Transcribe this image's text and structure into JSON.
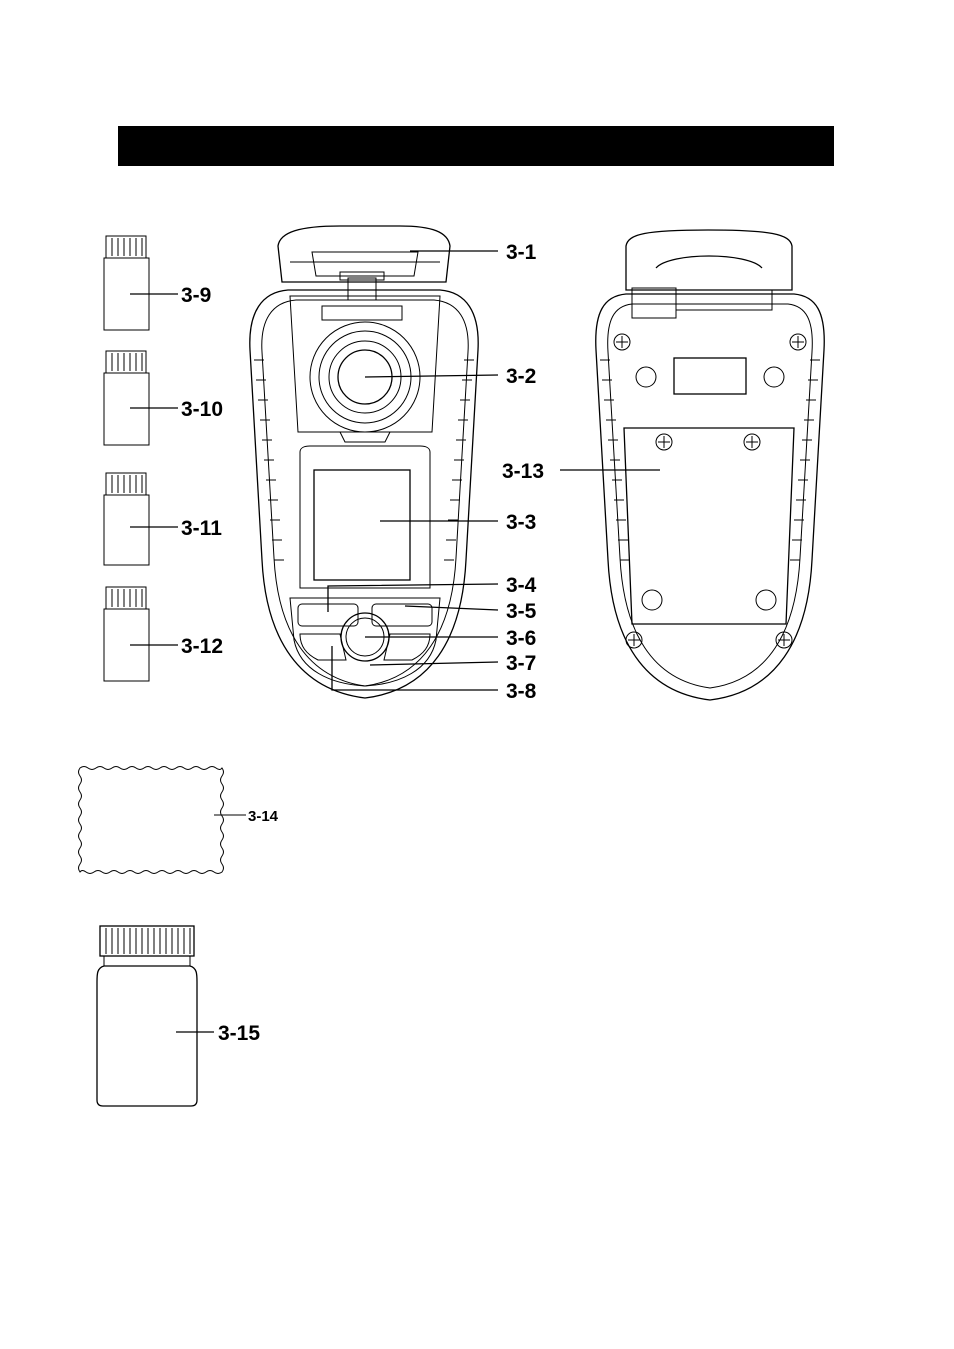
{
  "header_bar_color": "#000000",
  "callouts": {
    "c1": "3-1",
    "c2": "3-2",
    "c3": "3-3",
    "c4": "3-4",
    "c5": "3-5",
    "c6": "3-6",
    "c7": "3-7",
    "c8": "3-8",
    "c9": "3-9",
    "c10": "3-10",
    "c11": "3-11",
    "c12": "3-12",
    "c13": "3-13",
    "c14": "3-14",
    "c15": "3-15"
  },
  "icons": {
    "vial": "vial-icon",
    "meter_front": "meter-front-icon",
    "meter_back": "meter-back-icon",
    "cloth": "cleaning-cloth-icon",
    "bottle": "bottle-icon",
    "screw": "screw-icon"
  }
}
